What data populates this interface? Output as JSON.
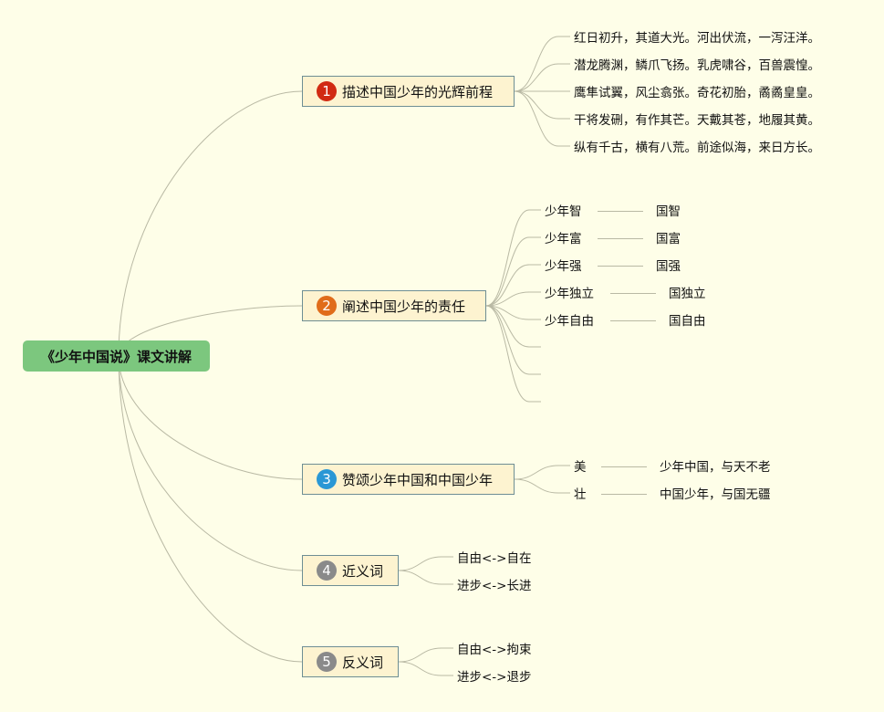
{
  "root": {
    "label": "《少年中国说》课文讲解"
  },
  "branches": [
    {
      "num": "1",
      "label": "描述中国少年的光辉前程",
      "color": "#d12a12",
      "items": [
        "红日初升，其道大光。河出伏流，一泻汪洋。",
        "潜龙腾渊，鳞爪飞扬。乳虎啸谷，百兽震惶。",
        "鹰隼试翼，风尘翕张。奇花初胎，矞矞皇皇。",
        "干将发硎，有作其芒。天戴其苍，地履其黄。",
        "纵有千古，横有八荒。前途似海，来日方长。"
      ]
    },
    {
      "num": "2",
      "label": "阐述中国少年的责任",
      "color": "#e06c1a",
      "pairs": [
        [
          "少年智",
          "国智"
        ],
        [
          "少年富",
          "国富"
        ],
        [
          "少年强",
          "国强"
        ],
        [
          "少年独立",
          "国独立"
        ],
        [
          "少年自由",
          "国自由"
        ]
      ]
    },
    {
      "num": "3",
      "label": "赞颂少年中国和中国少年",
      "color": "#2a97d5",
      "pairs": [
        [
          "美",
          "少年中国，与天不老"
        ],
        [
          "壮",
          "中国少年，与国无疆"
        ]
      ]
    },
    {
      "num": "4",
      "label": "近义词",
      "color": "#8a8a8a",
      "items": [
        "自由<->自在",
        "进步<->长进"
      ]
    },
    {
      "num": "5",
      "label": "反义词",
      "color": "#8a8a8a",
      "items": [
        "自由<->拘束",
        "进步<->退步"
      ]
    }
  ]
}
